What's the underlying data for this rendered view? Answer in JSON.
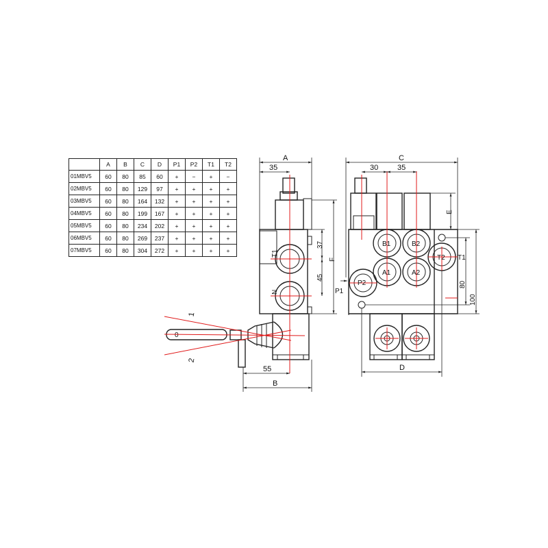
{
  "table": {
    "headers": [
      "",
      "A",
      "B",
      "C",
      "D",
      "P1",
      "P2",
      "T1",
      "T2"
    ],
    "rows": [
      [
        "01MBV5",
        "60",
        "80",
        "85",
        "60",
        "+",
        "−",
        "+",
        "−"
      ],
      [
        "02MBV5",
        "60",
        "80",
        "129",
        "97",
        "+",
        "+",
        "+",
        "+"
      ],
      [
        "03MBV5",
        "60",
        "80",
        "164",
        "132",
        "+",
        "+",
        "+",
        "+"
      ],
      [
        "04MBV5",
        "60",
        "80",
        "199",
        "167",
        "+",
        "+",
        "+",
        "+"
      ],
      [
        "05MBV5",
        "60",
        "80",
        "234",
        "202",
        "+",
        "+",
        "+",
        "+"
      ],
      [
        "06MBV5",
        "60",
        "80",
        "269",
        "237",
        "+",
        "+",
        "+",
        "+"
      ],
      [
        "07MBV5",
        "60",
        "80",
        "304",
        "272",
        "+",
        "+",
        "+",
        "+"
      ]
    ]
  },
  "side_view": {
    "dim_a": "A",
    "dim_35": "35",
    "dim_37": "37",
    "dim_45": "45",
    "dim_f": "F",
    "dim_55": "55",
    "dim_b": "B",
    "port_t1": "T1",
    "port_n": "N",
    "lever_pos_1": "1",
    "lever_pos_2": "2",
    "lever_mark": "0"
  },
  "front_view": {
    "dim_c": "C",
    "dim_30": "30",
    "dim_35": "35",
    "dim_e": "E",
    "dim_80": "80",
    "dim_100": "100",
    "dim_d": "D",
    "port_b1": "B1",
    "port_b2": "B2",
    "port_a1": "A1",
    "port_a2": "A2",
    "port_t2": "T2",
    "port_t1": "T1",
    "port_p2": "P2",
    "port_p1": "P1"
  },
  "colors": {
    "centerline": "#e01818",
    "outline": "#222222"
  }
}
